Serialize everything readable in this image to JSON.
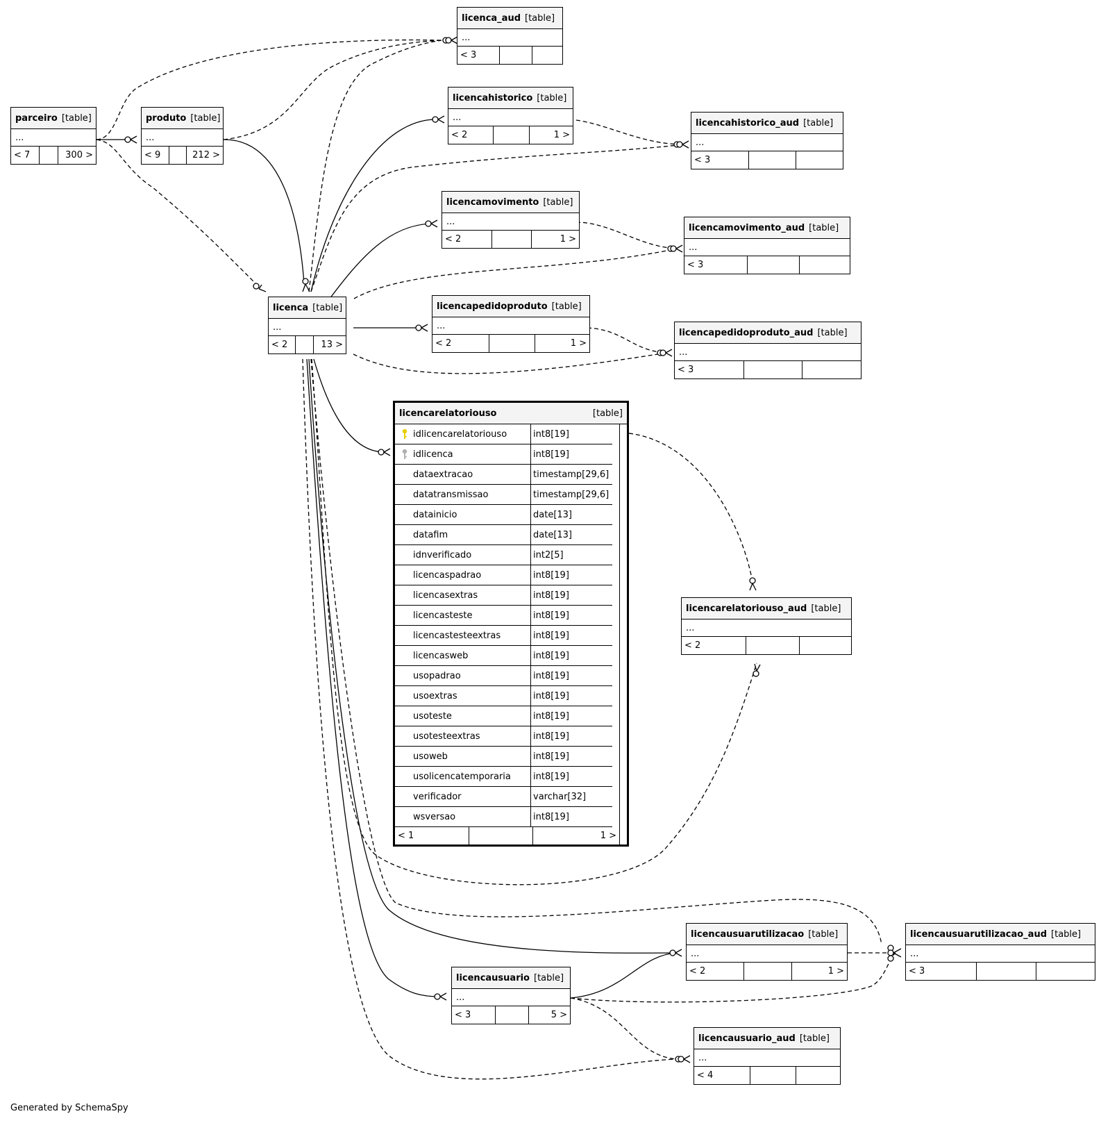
{
  "generated_by": "Generated by SchemaSpy",
  "tables": [
    {
      "id": "parceiro",
      "name": "parceiro",
      "type": "[table]",
      "body": "...",
      "footer": [
        "< 7",
        "",
        "300 >"
      ]
    },
    {
      "id": "produto",
      "name": "produto",
      "type": "[table]",
      "body": "...",
      "footer": [
        "< 9",
        "",
        "212 >"
      ]
    },
    {
      "id": "licenca",
      "name": "licenca",
      "type": "[table]",
      "body": "...",
      "footer": [
        "< 2",
        "",
        "13 >"
      ]
    },
    {
      "id": "licenca_aud",
      "name": "licenca_aud",
      "type": "[table]",
      "body": "...",
      "footer": [
        "< 3",
        "",
        ""
      ]
    },
    {
      "id": "licencahistorico",
      "name": "licencahistorico",
      "type": "[table]",
      "body": "...",
      "footer": [
        "< 2",
        "",
        "1 >"
      ]
    },
    {
      "id": "licencahistorico_aud",
      "name": "licencahistorico_aud",
      "type": "[table]",
      "body": "...",
      "footer": [
        "< 3",
        "",
        ""
      ]
    },
    {
      "id": "licencamovimento",
      "name": "licencamovimento",
      "type": "[table]",
      "body": "...",
      "footer": [
        "< 2",
        "",
        "1 >"
      ]
    },
    {
      "id": "licencamovimento_aud",
      "name": "licencamovimento_aud",
      "type": "[table]",
      "body": "...",
      "footer": [
        "< 3",
        "",
        ""
      ]
    },
    {
      "id": "licencapedidoproduto",
      "name": "licencapedidoproduto",
      "type": "[table]",
      "body": "...",
      "footer": [
        "< 2",
        "",
        "1 >"
      ]
    },
    {
      "id": "licencapedidoproduto_aud",
      "name": "licencapedidoproduto_aud",
      "type": "[table]",
      "body": "...",
      "footer": [
        "< 3",
        "",
        ""
      ]
    },
    {
      "id": "licencarelatoriouso_aud",
      "name": "licencarelatoriouso_aud",
      "type": "[table]",
      "body": "...",
      "footer": [
        "< 2",
        "",
        ""
      ]
    },
    {
      "id": "licencausuarutilizacao",
      "name": "licencausuarutilizacao",
      "type": "[table]",
      "body": "...",
      "footer": [
        "< 2",
        "",
        "1 >"
      ]
    },
    {
      "id": "licencausuarutilizacao_aud",
      "name": "licencausuarutilizacao_aud",
      "type": "[table]",
      "body": "...",
      "footer": [
        "< 3",
        "",
        ""
      ]
    },
    {
      "id": "licencausuario",
      "name": "licencausuario",
      "type": "[table]",
      "body": "...",
      "footer": [
        "< 3",
        "",
        "5 >"
      ]
    },
    {
      "id": "licencausuario_aud",
      "name": "licencausuario_aud",
      "type": "[table]",
      "body": "...",
      "footer": [
        "< 4",
        "",
        ""
      ]
    }
  ],
  "focus_table": {
    "name": "licencarelatoriouso",
    "type": "[table]",
    "columns": [
      {
        "name": "idlicencarelatoriouso",
        "type": "int8[19]",
        "key": "primary-key-icon"
      },
      {
        "name": "idlicenca",
        "type": "int8[19]",
        "key": "foreign-key-icon"
      },
      {
        "name": "dataextracao",
        "type": "timestamp[29,6]"
      },
      {
        "name": "datatransmissao",
        "type": "timestamp[29,6]"
      },
      {
        "name": "datainicio",
        "type": "date[13]"
      },
      {
        "name": "datafim",
        "type": "date[13]"
      },
      {
        "name": "idnverificado",
        "type": "int2[5]"
      },
      {
        "name": "licencaspadrao",
        "type": "int8[19]"
      },
      {
        "name": "licencasextras",
        "type": "int8[19]"
      },
      {
        "name": "licencasteste",
        "type": "int8[19]"
      },
      {
        "name": "licencastesteextras",
        "type": "int8[19]"
      },
      {
        "name": "licencasweb",
        "type": "int8[19]"
      },
      {
        "name": "usopadrao",
        "type": "int8[19]"
      },
      {
        "name": "usoextras",
        "type": "int8[19]"
      },
      {
        "name": "usoteste",
        "type": "int8[19]"
      },
      {
        "name": "usotesteextras",
        "type": "int8[19]"
      },
      {
        "name": "usoweb",
        "type": "int8[19]"
      },
      {
        "name": "usolicencatemporaria",
        "type": "int8[19]"
      },
      {
        "name": "verificador",
        "type": "varchar[32]"
      },
      {
        "name": "wsversao",
        "type": "int8[19]"
      }
    ],
    "footer": [
      "< 1",
      "",
      "1 >"
    ]
  },
  "colors": {
    "header_bg": "#f4f4f4",
    "primary_key": "#e8d000",
    "foreign_key": "#b0b0b0",
    "line": "#000000"
  }
}
